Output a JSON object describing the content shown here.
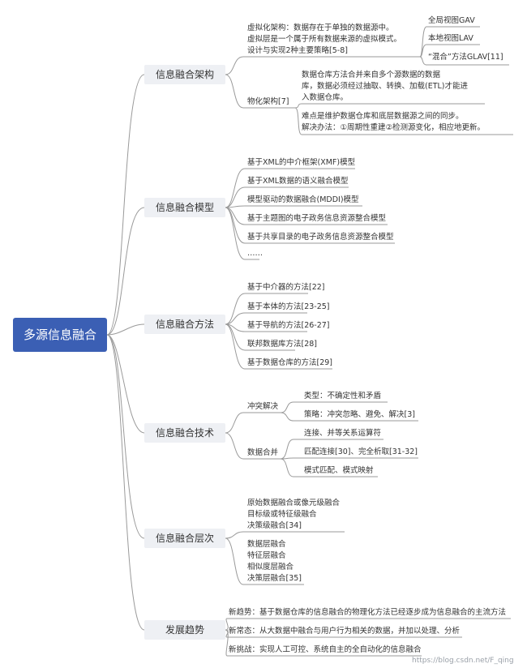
{
  "root": "多源信息融合",
  "topics": {
    "architecture": {
      "label": "信息融合架构",
      "virtual": {
        "lines": [
          "虚拟化架构：数据存在于单独的数据源中。",
          "虚拟层是一个属于所有数据来源的虚拟模式。",
          "设计与实现2种主要策略[5-8]"
        ],
        "children": [
          "全局视图GAV",
          "本地视图LAV",
          "“混合”方法GLAV[11]"
        ]
      },
      "physical": {
        "label": "物化架构[7]",
        "children": [
          [
            "数据仓库方法合并来自多个源数据的数据",
            "库，数据必须经过抽取、转换、加载(ETL)才能进",
            "入数据仓库。"
          ],
          [
            "难点是维护数据仓库和底层数据源之间的同步。",
            "解决办法：①周期性重建②检测源变化，相应地更新。"
          ]
        ]
      }
    },
    "model": {
      "label": "信息融合模型",
      "items": [
        "基于XML的中介框架(XMF)模型",
        "基于XML数据的语义融合模型",
        "模型驱动的数据融合(MDDI)模型",
        "基于主题图的电子政务信息资源整合模型",
        "基于共享目录的电子政务信息资源整合模型",
        "……"
      ]
    },
    "method": {
      "label": "信息融合方法",
      "items": [
        "基于中介器的方法[22]",
        "基于本体的方法[23-25]",
        "基于导航的方法[26-27]",
        "联邦数据库方法[28]",
        "基于数据仓库的方法[29]"
      ]
    },
    "technique": {
      "label": "信息融合技术",
      "conflict": {
        "label": "冲突解决",
        "items": [
          "类型：不确定性和矛盾",
          "策略：冲突忽略、避免、解决[3]"
        ]
      },
      "merge": {
        "label": "数据合并",
        "items": [
          "连接、并等关系运算符",
          "匹配连接[30]、完全析取[31-32]",
          "模式匹配、模式映射"
        ]
      }
    },
    "level": {
      "label": "信息融合层次",
      "group1": [
        "原始数据融合或像元级融合",
        "目标级或特征级融合",
        "决策级融合[34]"
      ],
      "group2": [
        "数据层融合",
        "特征层融合",
        "相似度层融合",
        "决策层融合[35]"
      ]
    },
    "trend": {
      "label": "发展趋势",
      "items": [
        "新趋势：基于数据仓库的信息融合的物理化方法已经逐步成为信息融合的主流方法",
        "新常态：从大数据中融合与用户行为相关的数据，并加以处理、分析",
        "新挑战：实现人工可控、系统自主的全自动化的信息融合"
      ]
    }
  },
  "watermark": "https://blog.csdn.net/F_qing",
  "colors": {
    "root_bg": "#3b5fb4",
    "topic_bg": "#eef0f4",
    "line": "#9a9a9a"
  }
}
